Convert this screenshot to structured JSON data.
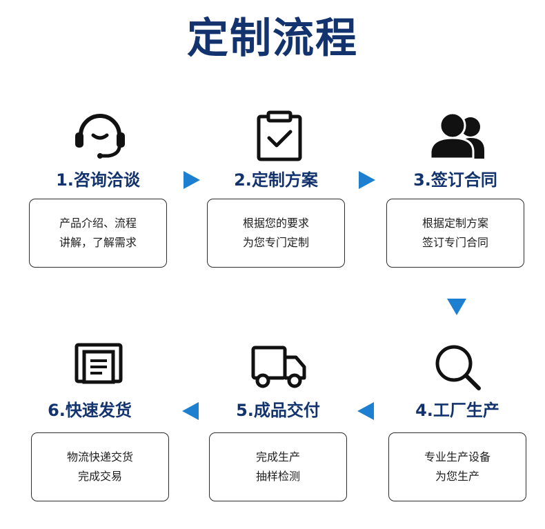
{
  "title": "定制流程",
  "colors": {
    "title": "#12336d",
    "arrow": "#1d7fd0",
    "border": "#2b2b2b"
  },
  "steps": [
    {
      "title": "1.咨询洽谈",
      "icon": "headset-icon",
      "lines": [
        "产品介绍、流程",
        "讲解，了解需求"
      ]
    },
    {
      "title": "2.定制方案",
      "icon": "clipboard-check-icon",
      "lines": [
        "根据您的要求",
        "为您专门定制"
      ]
    },
    {
      "title": "3.签订合同",
      "icon": "users-icon",
      "lines": [
        "根据定制方案",
        "签订专门合同"
      ]
    },
    {
      "title": "4.工厂生产",
      "icon": "magnifier-icon",
      "lines": [
        "专业生产设备",
        "为您生产"
      ]
    },
    {
      "title": "5.成品交付",
      "icon": "truck-icon",
      "lines": [
        "完成生产",
        "抽样检测"
      ]
    },
    {
      "title": "6.快速发货",
      "icon": "package-icon",
      "lines": [
        "物流快递交货",
        "完成交易"
      ]
    }
  ]
}
